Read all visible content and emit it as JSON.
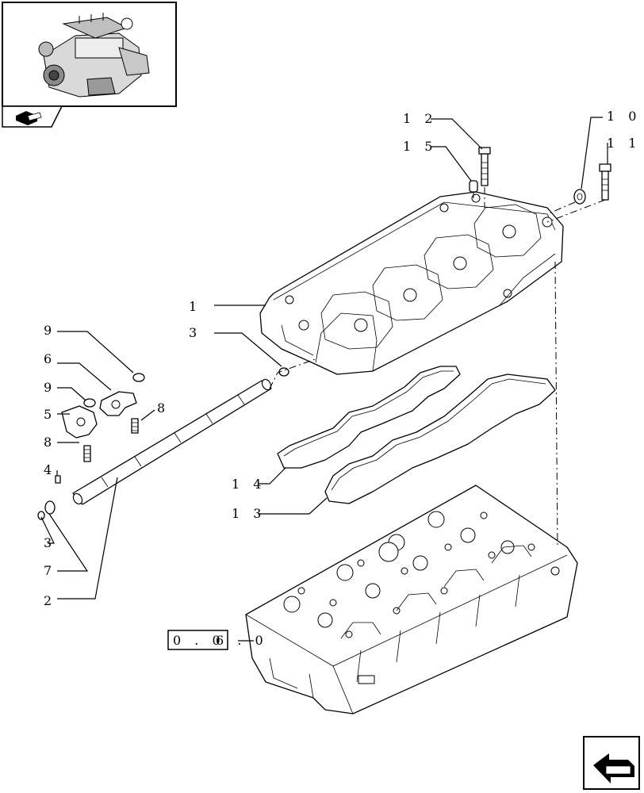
{
  "callouts": {
    "c1": "1",
    "c2": "2",
    "c3a": "3",
    "c3b": "3",
    "c4": "4",
    "c5": "5",
    "c6": "6",
    "c7": "7",
    "c8a": "8",
    "c8b": "8",
    "c9a": "9",
    "c9b": "9",
    "c10": "1 0",
    "c11": "1 1",
    "c12": "1 2",
    "c13": "1 3",
    "c14": "1 4",
    "c15": "1 5"
  },
  "reference_box": "0 . 0",
  "reference_tail": "6 . 0",
  "icons": {
    "thumbnail": "engine-thumbnail-icon",
    "book": "book-icon",
    "nav": "nav-arrow-icon"
  }
}
